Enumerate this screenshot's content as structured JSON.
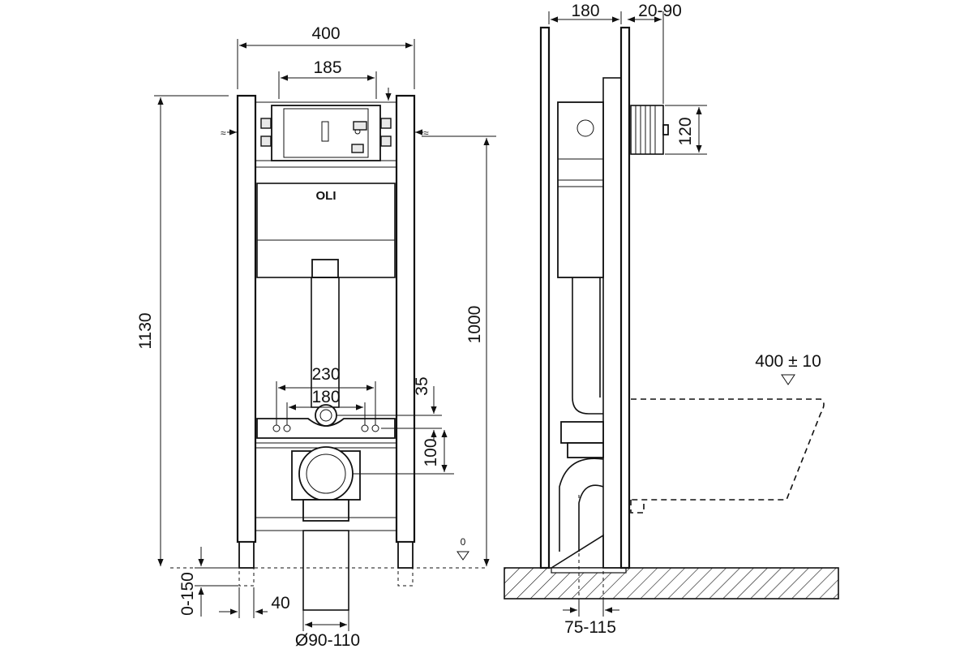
{
  "front_view": {
    "width_label": "400",
    "panel_width_label": "185",
    "height_label": "1130",
    "top_height_label": "1000",
    "flush_width_label": "230",
    "bolt_spacing_label": "180",
    "bolt_offset_label": "35",
    "outlet_offset_label": "100",
    "foot_adjust_label": "0-150",
    "foot_offset_label": "40",
    "outlet_diameter_label": "Ø90-110",
    "zero_level_label": "0",
    "brand_logo": "OLI"
  },
  "side_view": {
    "depth_label": "180",
    "wall_gap_label": "20-90",
    "inlet_height_label": "120",
    "seat_height_label": "400 ± 10",
    "outlet_depth_label": "75-115"
  }
}
